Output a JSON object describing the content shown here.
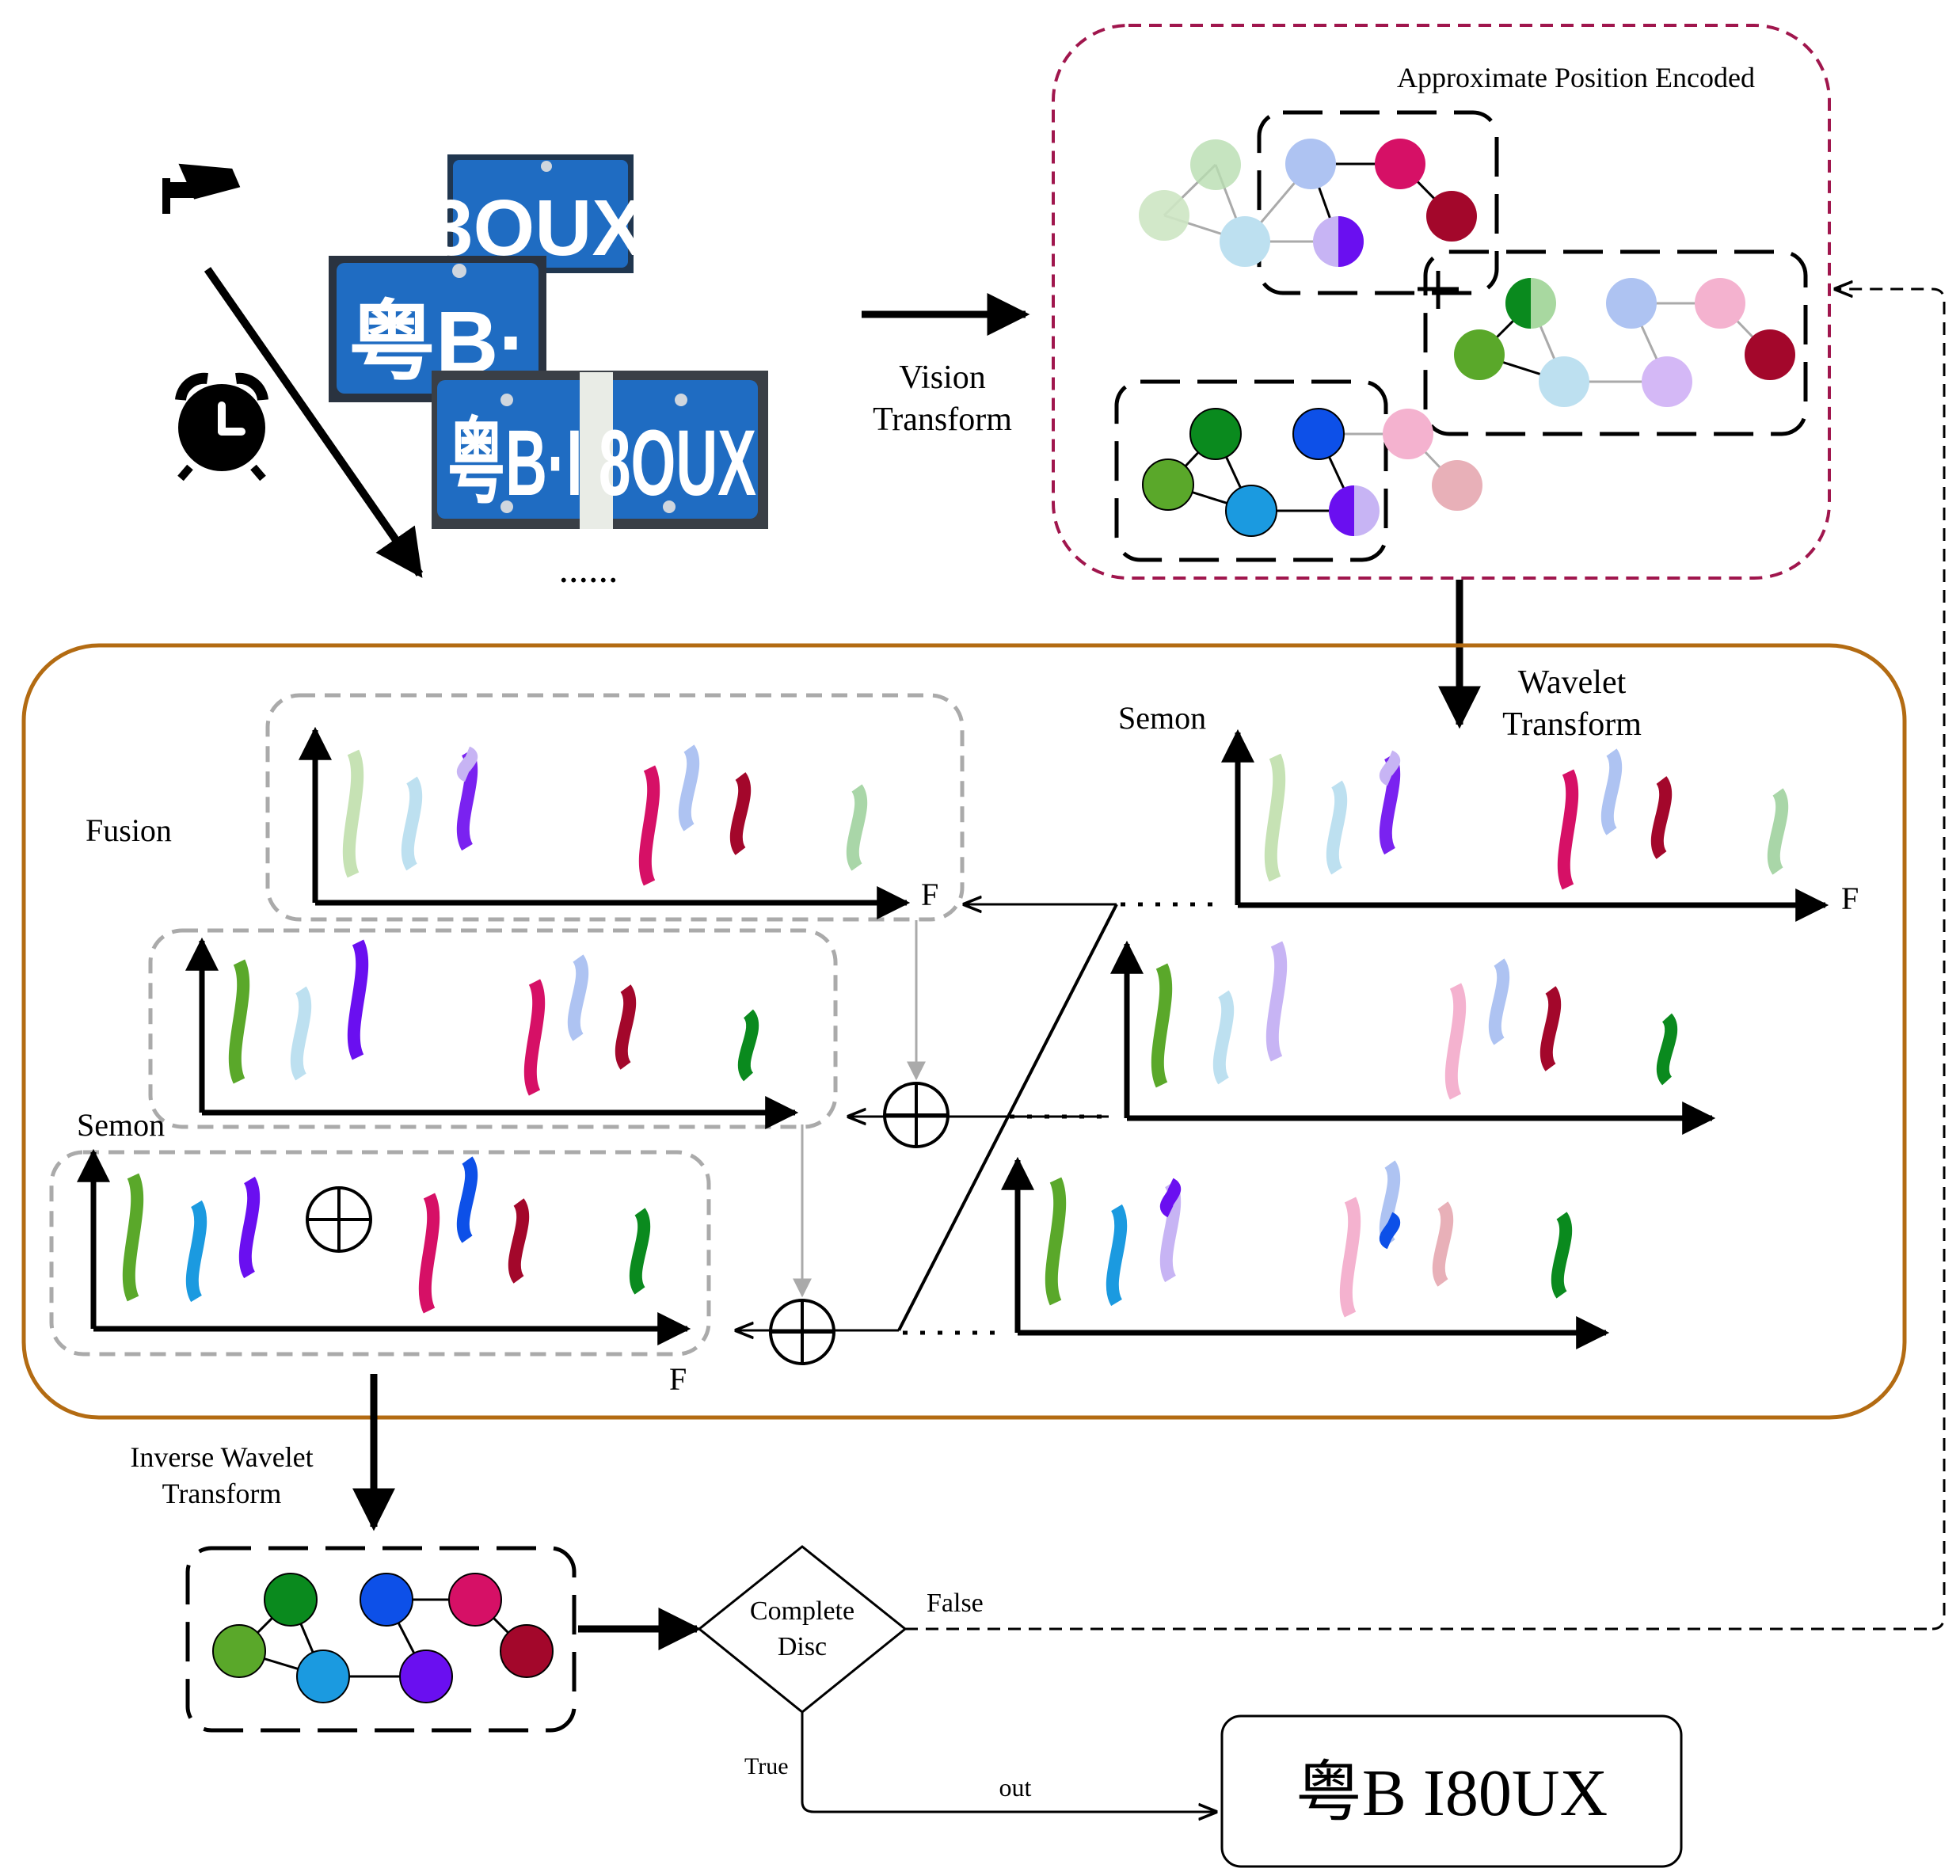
{
  "labels": {
    "vision_transform": [
      "Vision",
      "Transform"
    ],
    "approx_position": "Approximate Position Encoded",
    "wavelet_transform": [
      "Wavelet",
      "Transform"
    ],
    "fusion": "Fusion",
    "semon_right": "Semon",
    "semon_left": "Semon",
    "f_axis": "F",
    "inverse_wavelet": [
      "Inverse Wavelet",
      "Transform"
    ],
    "decision": [
      "Complete",
      "Disc"
    ],
    "false_label": "False",
    "true_label": "True",
    "out_label": "out",
    "result": "粤B I80UX",
    "ellipsis": "......"
  },
  "plates": {
    "top": "3OUX",
    "middle": "粤B·",
    "bottom": "粤B·I 8OUX"
  },
  "icons": [
    "cctv-camera-icon",
    "alarm-clock-icon"
  ],
  "colors": {
    "border_container": "#b36b12",
    "border_vision": "#a0164d",
    "plate_blue": "#1f6cc2",
    "grey_dash": "#aaaaaa"
  }
}
